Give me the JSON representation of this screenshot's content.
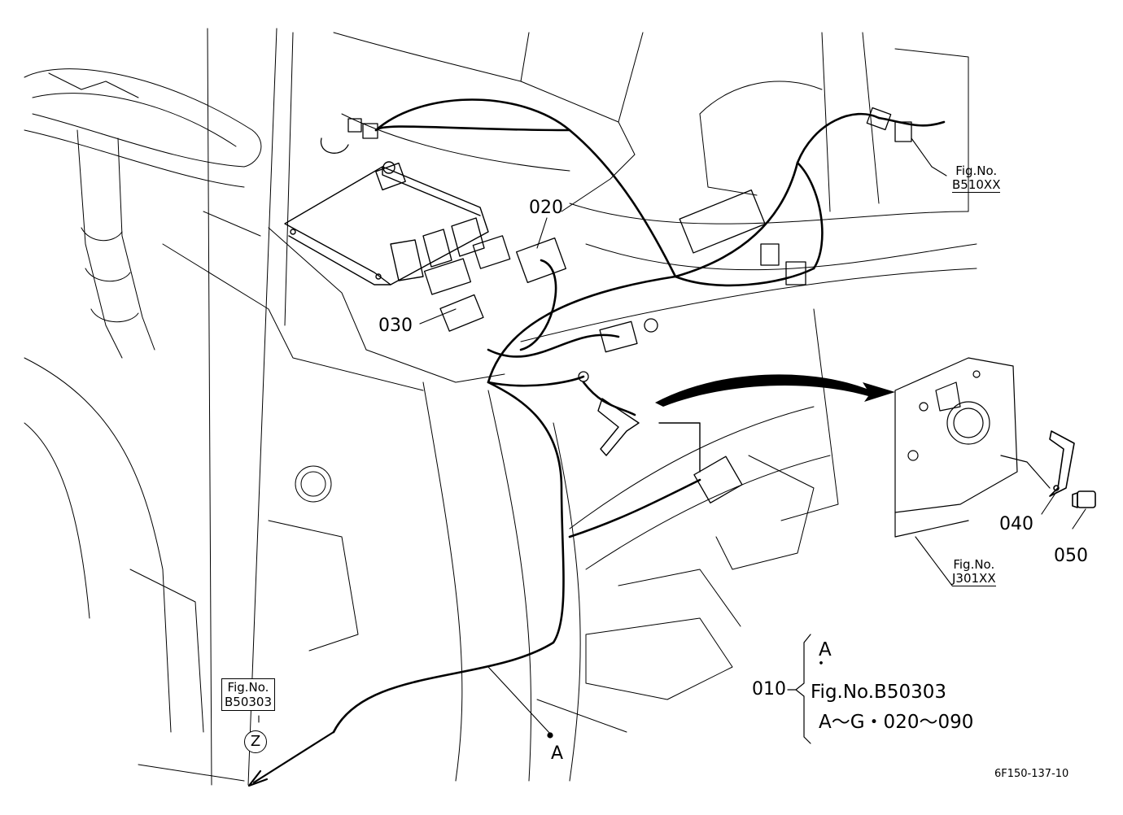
{
  "parts": {
    "p010": "010",
    "p020": "020",
    "p030": "030",
    "p040": "040",
    "p050": "050",
    "pointA": "A"
  },
  "refs": {
    "b510": {
      "line1": "Fig.No.",
      "line2": "B510XX"
    },
    "j301": {
      "line1": "Fig.No.",
      "line2": "J301XX"
    },
    "b50303": {
      "line1": "Fig.No.",
      "line2": "B50303",
      "symbol": "Z"
    }
  },
  "note010": {
    "row1": "A",
    "row2": "・",
    "row3": "Fig.No.B50303",
    "row4": "A～G・020～090"
  },
  "drawing_code": "6F150-137-10",
  "colors": {
    "ink": "#000000",
    "paper": "#ffffff"
  }
}
